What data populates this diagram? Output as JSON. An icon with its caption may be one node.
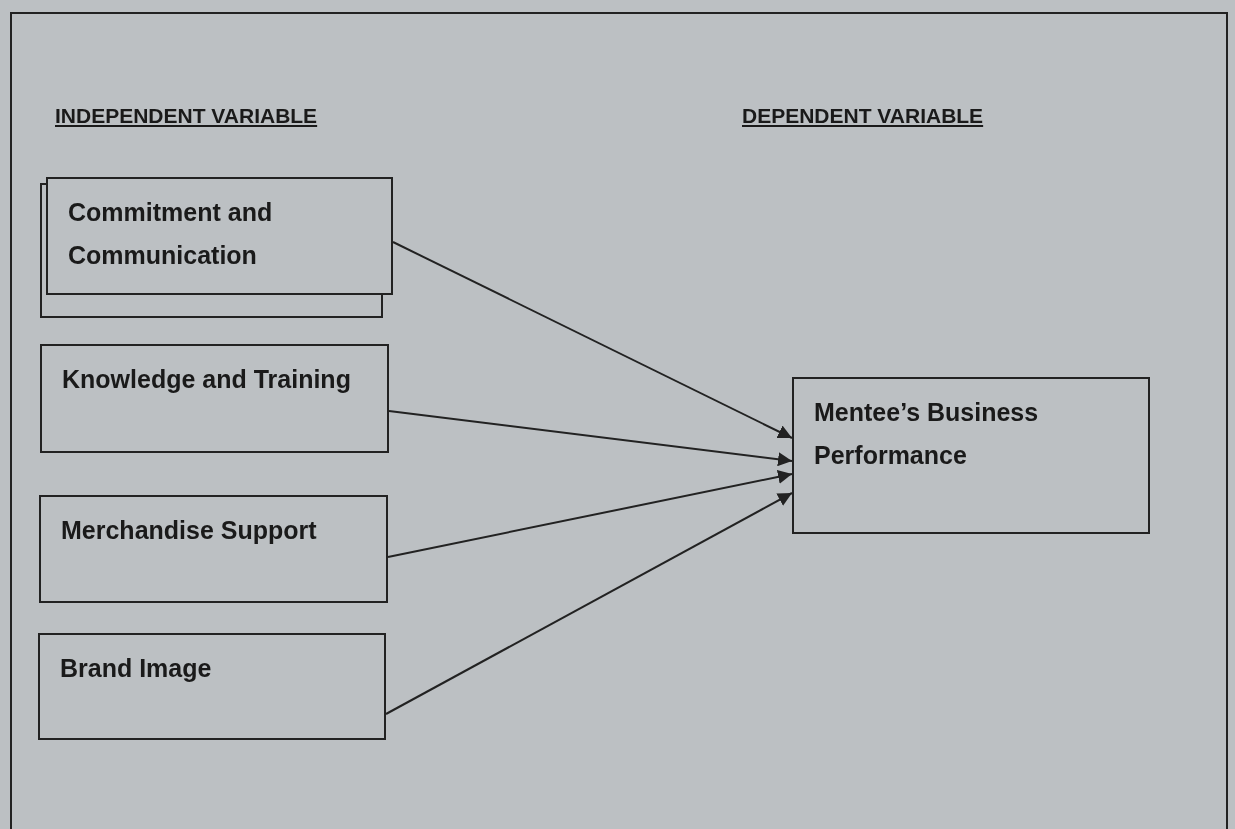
{
  "diagram": {
    "nodes": [
      {
        "text": [
          "Commitment and Communication"
        ]
      },
      {
        "text": [
          "Knowledge and Training"
        ]
      },
      {
        "text": [
          "Merchandise Support"
        ]
      },
      {
        "text": [
          "Brand Image"
        ]
      },
      {
        "text": [
          "Mentee’s Business Performance"
        ]
      }
    ],
    "edges": [
      {
        "from": 0,
        "to": 4,
        "arrow": "to"
      },
      {
        "from": 1,
        "to": 4,
        "arrow": "to"
      },
      {
        "from": 2,
        "to": 4,
        "arrow": "to"
      },
      {
        "from": 3,
        "to": 4,
        "arrow": "to"
      }
    ],
    "labels": [
      "INDEPENDENT VARIABLE",
      "DEPENDENT VARIABLE"
    ]
  }
}
